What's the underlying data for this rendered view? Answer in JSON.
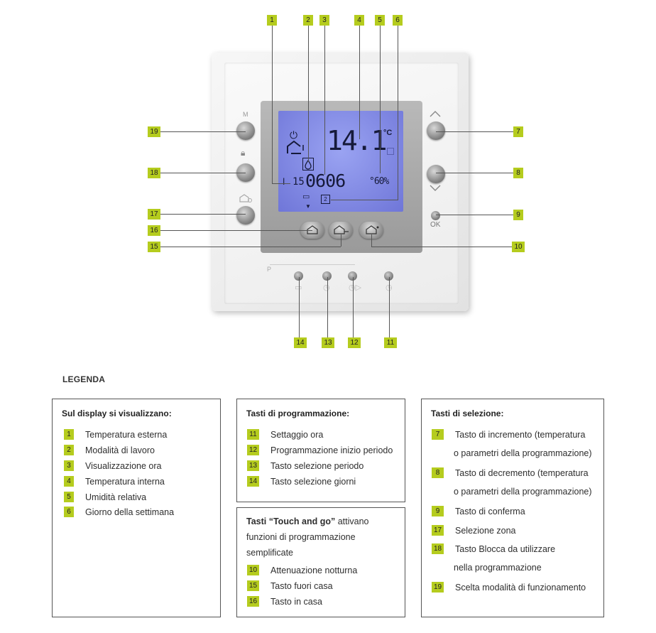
{
  "callouts": {
    "c1": "1",
    "c2": "2",
    "c3": "3",
    "c4": "4",
    "c5": "5",
    "c6": "6",
    "c7": "7",
    "c8": "8",
    "c9": "9",
    "c10": "10",
    "c11": "11",
    "c12": "12",
    "c13": "13",
    "c14": "14",
    "c15": "15",
    "c16": "16",
    "c17": "17",
    "c18": "18",
    "c19": "19"
  },
  "device": {
    "mode_letter": "M",
    "ok_label": "OK",
    "p_label": "P",
    "display": {
      "outside_temp": "14.1",
      "temp_unit": "°C",
      "time": "0606",
      "time_prefix": "15",
      "humidity": "°60%",
      "day": "2"
    }
  },
  "legend": {
    "title": "LEGENDA",
    "display_box": {
      "title": "Sul display si visualizzano:",
      "items": [
        {
          "num": "1",
          "label": "Temperatura esterna"
        },
        {
          "num": "2",
          "label": "Modalità di lavoro"
        },
        {
          "num": "3",
          "label": "Visualizzazione ora"
        },
        {
          "num": "4",
          "label": "Temperatura interna"
        },
        {
          "num": "5",
          "label": "Umidità relativa"
        },
        {
          "num": "6",
          "label": "Giorno della settimana"
        }
      ]
    },
    "programming_box": {
      "title": "Tasti di programmazione:",
      "items": [
        {
          "num": "11",
          "label": "Settaggio ora"
        },
        {
          "num": "12",
          "label": "Programmazione inizio periodo"
        },
        {
          "num": "13",
          "label": "Tasto selezione periodo"
        },
        {
          "num": "14",
          "label": "Tasto selezione giorni"
        }
      ]
    },
    "touch_box": {
      "title_bold": "Tasti “Touch and go”",
      "title_rest": " attivano",
      "line2": "funzioni di programmazione",
      "line3": "semplificate",
      "items": [
        {
          "num": "10",
          "label": "Attenuazione notturna"
        },
        {
          "num": "15",
          "label": "Tasto fuori casa"
        },
        {
          "num": "16",
          "label": "Tasto in casa"
        }
      ]
    },
    "selection_box": {
      "title": "Tasti di selezione:",
      "items": [
        {
          "num": "7",
          "label": "Tasto di incremento (temperatura",
          "cont": "o parametri della programmazione)"
        },
        {
          "num": "8",
          "label": "Tasto di decremento (temperatura",
          "cont": "o parametri della programmazione)"
        },
        {
          "num": "9",
          "label": "Tasto di conferma"
        },
        {
          "num": "17",
          "label": "Selezione zona"
        },
        {
          "num": "18",
          "label": "Tasto Blocca da utilizzare",
          "cont": "nella programmazione"
        },
        {
          "num": "19",
          "label": "Scelta modalità di funzionamento"
        }
      ]
    }
  },
  "colors": {
    "callout_bg": "#b5cc1e",
    "lcd": "#8a92ec",
    "frame": "#eeeeee"
  }
}
